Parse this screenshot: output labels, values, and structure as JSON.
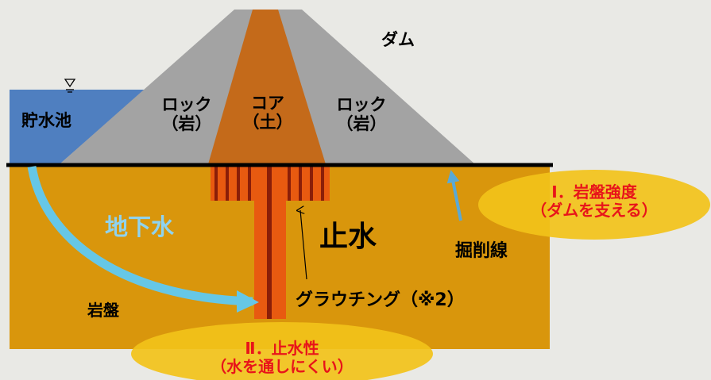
{
  "labels": {
    "dam": "ダム",
    "reservoir": "貯水池",
    "rock_left": [
      "ロック",
      "（岩）"
    ],
    "core": [
      "コア",
      "（土）"
    ],
    "rock_right": [
      "ロック",
      "（岩）"
    ],
    "groundwater": "地下水",
    "cutoff": "止水",
    "excavation_line": "掘削線",
    "grouting": "グラウチング（※2）",
    "bedrock": "岩盤",
    "callout_strength": [
      "Ⅰ．岩盤強度",
      "（ダムを支える）"
    ],
    "callout_watertight": [
      "Ⅱ．止水性",
      "（水を通しにくい）"
    ]
  },
  "colors": {
    "background": "#e9e9e5",
    "bedrock": "#d9960c",
    "reservoir": "#4f7fc0",
    "rock": "#a3a3a3",
    "core": "#c46a1a",
    "grout": "#e85a10",
    "grout_stripe": "#8a1e08",
    "groundwater_arrow": "#66c7e6",
    "groundwater_text": "#8fd3ef",
    "callout_fill": "#f2c21a",
    "callout_text": "#e8141a",
    "ground_line": "#000000",
    "excavation_arrow": "#5aa9d6"
  }
}
